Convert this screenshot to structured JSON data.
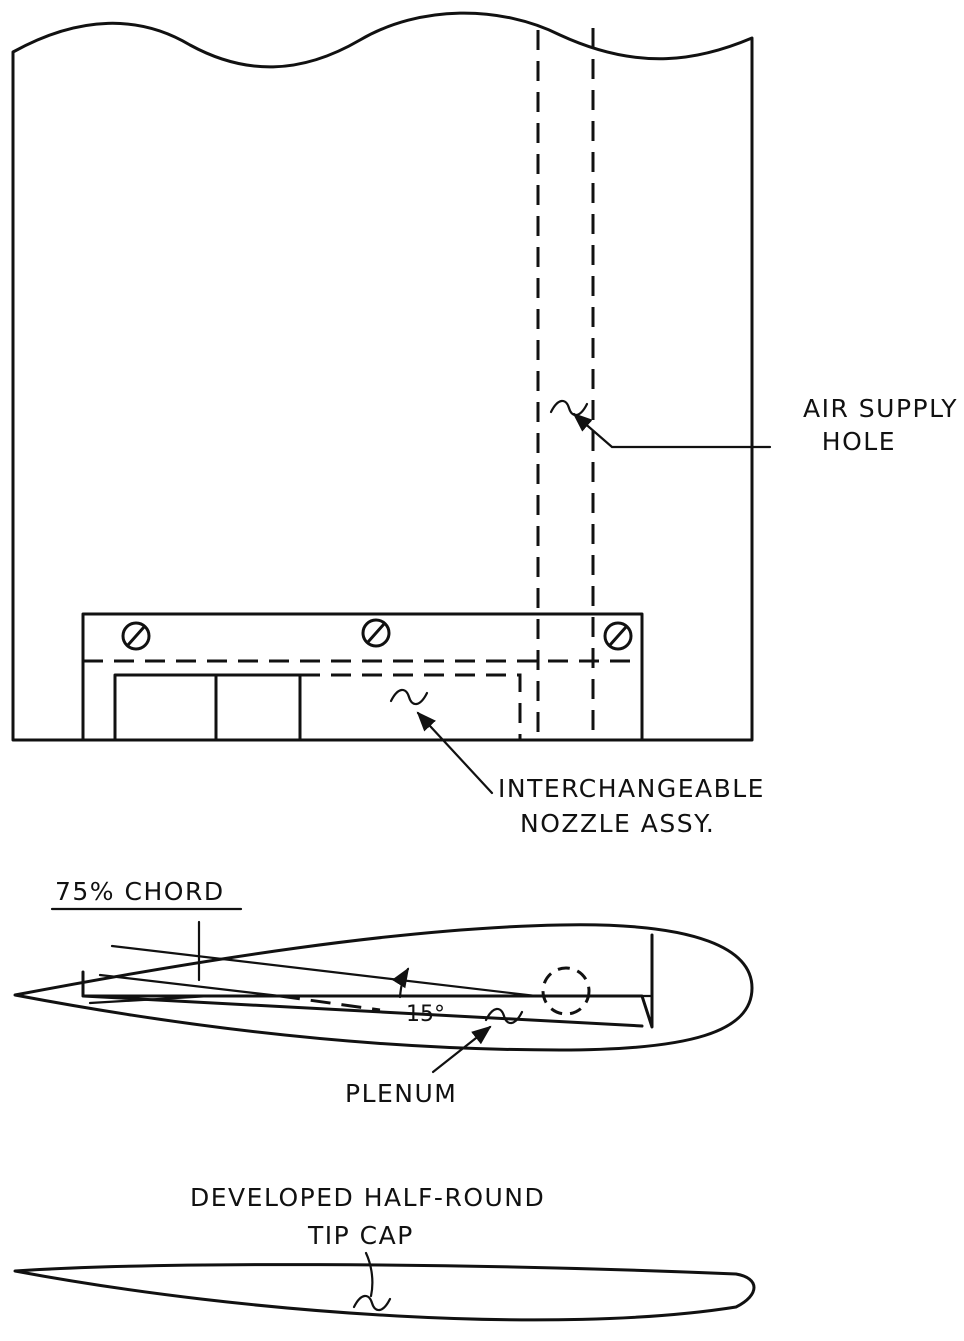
{
  "labels": {
    "air_supply_line1": "AIR SUPPLY",
    "air_supply_line2": "HOLE",
    "nozzle_line1": "INTERCHANGEABLE",
    "nozzle_line2": "NOZZLE ASSY.",
    "chord": "75% CHORD",
    "angle": "15°",
    "plenum": "PLENUM",
    "tip_cap_line1": "DEVELOPED HALF-ROUND",
    "tip_cap_line2": "TIP CAP"
  }
}
